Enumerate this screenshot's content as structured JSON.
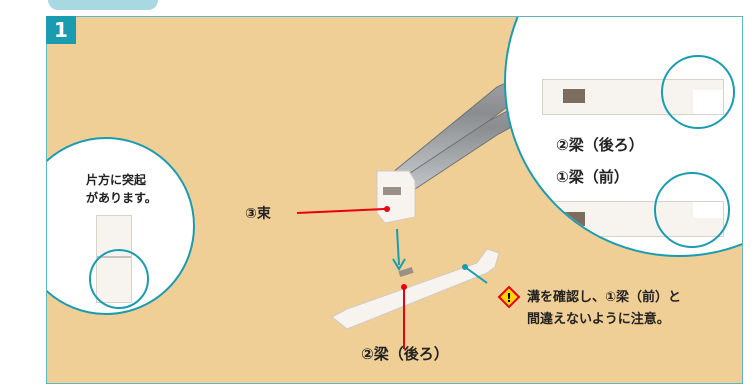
{
  "step_number": "1",
  "labels": {
    "beam_front_circle": "①梁（前）",
    "beam_back_circle": "②梁（後ろ）",
    "strut": "③束",
    "beam_back_bottom": "②梁（後ろ）",
    "protrusion_line1": "片方に突起",
    "protrusion_line2": "があります。",
    "warning_line1": "溝を確認し、①梁（前）と",
    "warning_line2": "間違えないように注意。"
  },
  "colors": {
    "accent": "#1a9cb0",
    "background": "#f0cf97",
    "pointer_red": "#e60012",
    "warning_yellow": "#ffd400"
  }
}
